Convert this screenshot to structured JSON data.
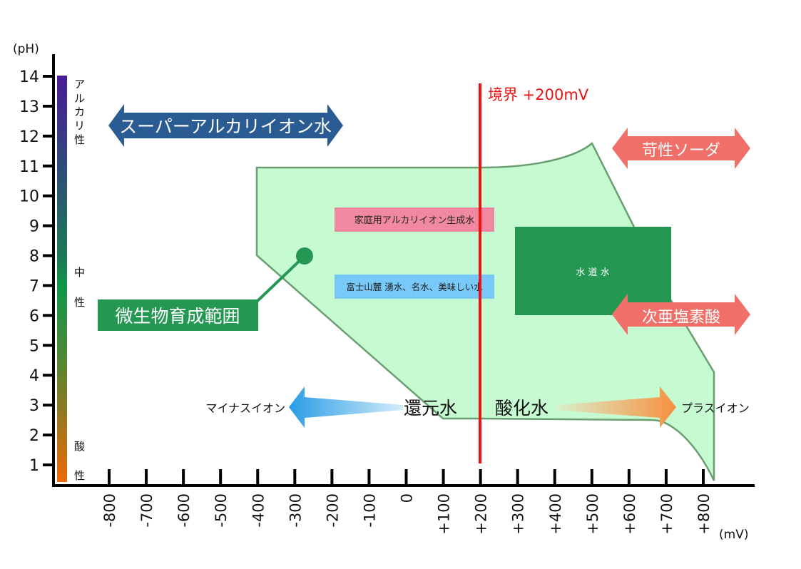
{
  "chart_data": {
    "type": "area",
    "title": "",
    "xlabel": "(mV)",
    "ylabel": "(pH)",
    "xlim": [
      -900,
      900
    ],
    "ylim": [
      0.5,
      14.5
    ],
    "x_ticks": [
      -800,
      -700,
      -600,
      -500,
      -400,
      -300,
      -200,
      -100,
      0,
      100,
      200,
      300,
      400,
      500,
      600,
      700,
      800
    ],
    "x_tick_labels": [
      "-800",
      "-700",
      "-600",
      "-500",
      "-400",
      "-300",
      "-200",
      "-100",
      "0",
      "+100",
      "+200",
      "+300",
      "+400",
      "+500",
      "+600",
      "+700",
      "+800"
    ],
    "y_ticks": [
      1,
      2,
      3,
      4,
      5,
      6,
      7,
      8,
      9,
      10,
      11,
      12,
      13,
      14
    ],
    "y_tick_labels": [
      "1",
      "2",
      "3",
      "4",
      "5",
      "6",
      "7",
      "8",
      "9",
      "10",
      "11",
      "12",
      "13",
      "14"
    ],
    "ph_scale_labels": [
      {
        "text": "アルカリ性",
        "ph": 13
      },
      {
        "text": "中",
        "ph": 7.9
      },
      {
        "text": "性",
        "ph": 7.0
      },
      {
        "text": "酸",
        "ph": 2.0
      },
      {
        "text": "性",
        "ph": 1.0
      }
    ],
    "regions": [
      {
        "name": "微生物育成範囲",
        "fill": "#c6fbd1",
        "stroke": "#6a9e72",
        "polygon_mv_ph": [
          [
            -410,
            11
          ],
          [
            200,
            11
          ],
          [
            500,
            11.8
          ],
          [
            710,
            6.2
          ],
          [
            830,
            4.1
          ],
          [
            830,
            0.5
          ],
          [
            700,
            2.4
          ],
          [
            200,
            2.6
          ],
          [
            -50,
            2.6
          ],
          [
            -410,
            8
          ]
        ]
      }
    ],
    "boundary": {
      "label": "境界 +200mV",
      "mv": 200,
      "color": "#ee1111"
    },
    "boxes": [
      {
        "label": "家庭用アルカリイオン生成水",
        "mv_range": [
          -200,
          220
        ],
        "ph_range": [
          8.8,
          9.5
        ],
        "fill": "#f089a0",
        "text_color": "#222222"
      },
      {
        "label": "富士山麓 湧水、名水、美味しい水",
        "mv_range": [
          -200,
          220
        ],
        "ph_range": [
          6.6,
          7.5
        ],
        "fill": "#76c9f8",
        "text_color": "#222222"
      },
      {
        "label": "水 道 水",
        "mv_range": [
          290,
          710
        ],
        "ph_range": [
          6.0,
          9.0
        ],
        "fill": "#249852",
        "text_color": "#ffffff"
      }
    ],
    "double_arrows": [
      {
        "label": "スーパーアルカリオン水",
        "display": "スーパーアルカリイオン水",
        "mv_range": [
          -860,
          -220
        ],
        "ph": 12.4,
        "fill": "#2a5b93"
      },
      {
        "label": "苛性ソーダ",
        "mv_range": [
          540,
          880
        ],
        "ph": 11.7,
        "fill": "#f07069"
      },
      {
        "label": "次亜塩素酸",
        "mv_range": [
          540,
          880
        ],
        "ph": 6.0,
        "fill": "#f07069"
      }
    ],
    "gradient_arrows": [
      {
        "from_label": "還元水",
        "to_label": "マイナスイオン",
        "direction": "left",
        "color": "#2a9de6",
        "mv_range": [
          -330,
          -60
        ],
        "ph": 3.0
      },
      {
        "from_label": "酸化水",
        "to_label": "プラスイオン",
        "direction": "right",
        "color": "#f79040",
        "mv_range": [
          420,
          720
        ],
        "ph": 3.0
      }
    ],
    "callout": {
      "label": "微生物育成範囲",
      "point_mv_ph": [
        -275,
        8.0
      ],
      "fill": "#249852"
    }
  }
}
